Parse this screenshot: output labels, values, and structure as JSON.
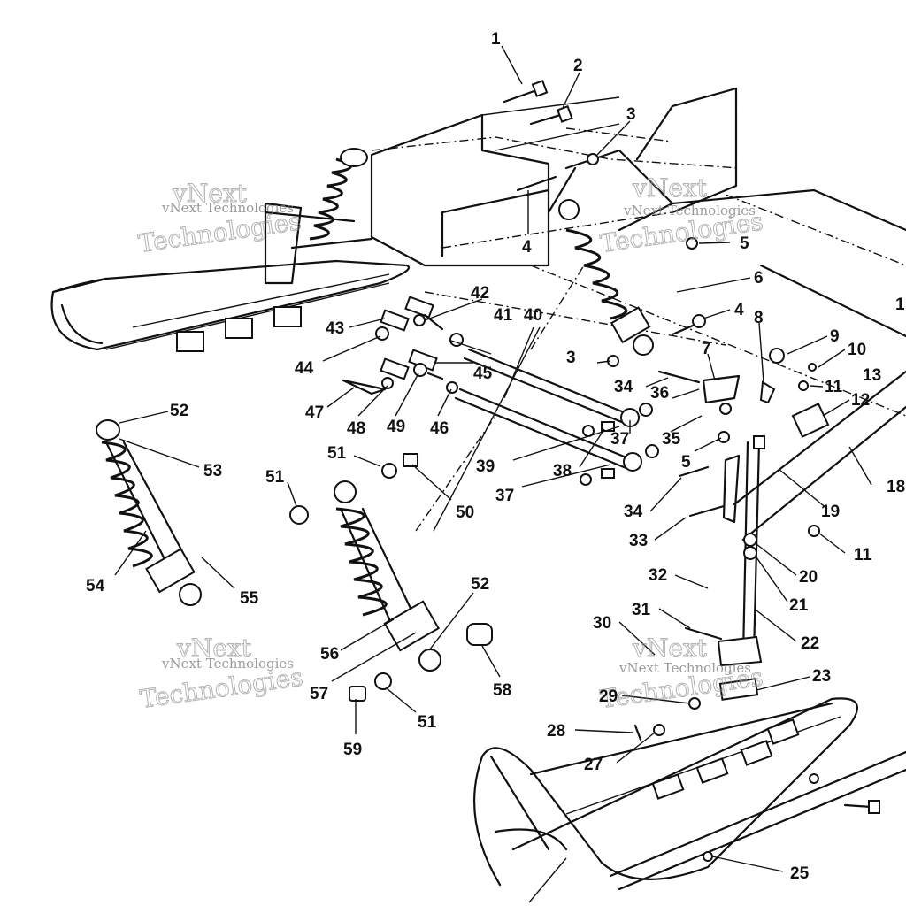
{
  "diagram": {
    "watermarks": [
      {
        "big": "vNext",
        "big2": "Technologies",
        "small": "vNext Technologies"
      },
      {
        "big": "vNext",
        "big2": "Technologies",
        "small": "vNext Technologies"
      },
      {
        "big": "vNext",
        "big2": "Technologies",
        "small": "vNext Technologies"
      },
      {
        "big": "vNext",
        "big2": "Technologies",
        "small": "vNext Technologies"
      }
    ],
    "callouts": [
      "1",
      "2",
      "3",
      "4",
      "5",
      "6",
      "4",
      "8",
      "9",
      "10",
      "11",
      "12",
      "13",
      "18",
      "19",
      "20",
      "21",
      "22",
      "23",
      "25",
      "27",
      "28",
      "29",
      "30",
      "31",
      "32",
      "33",
      "34",
      "35",
      "36",
      "37",
      "38",
      "39",
      "40",
      "41",
      "42",
      "43",
      "44",
      "45",
      "46",
      "47",
      "48",
      "49",
      "50",
      "51",
      "52",
      "53",
      "54",
      "55",
      "56",
      "57",
      "58",
      "59",
      "3",
      "5",
      "7",
      "11",
      "34",
      "37",
      "51",
      "51",
      "52",
      "1"
    ]
  }
}
